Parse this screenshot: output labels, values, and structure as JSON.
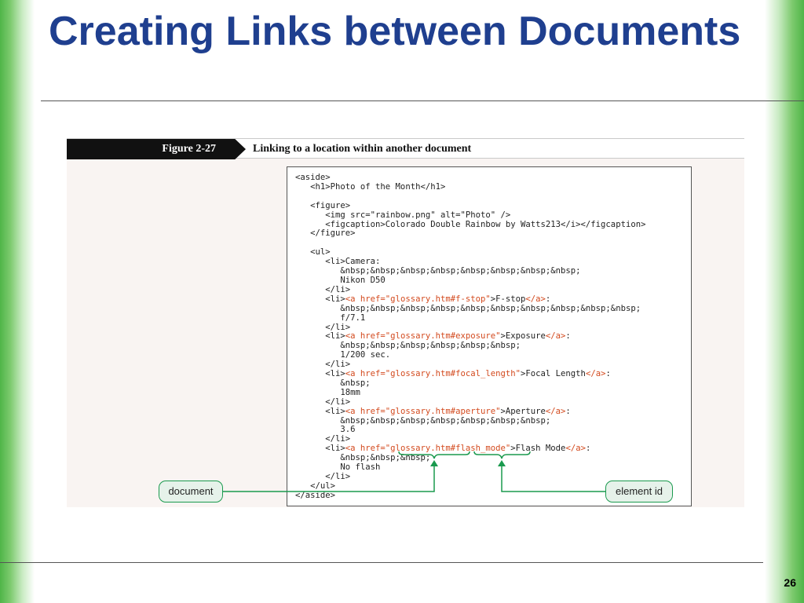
{
  "slide": {
    "title": "Creating Links between Documents",
    "page_number": "26"
  },
  "figure": {
    "label": "Figure 2-27",
    "caption": "Linking to a location within another document",
    "callouts": {
      "document": "document",
      "element_id": "element id"
    },
    "code_lines": [
      {
        "segments": [
          {
            "t": "<aside>"
          }
        ]
      },
      {
        "segments": [
          {
            "t": "   <h1>Photo of the Month</h1>"
          }
        ]
      },
      {
        "segments": [
          {
            "t": ""
          }
        ]
      },
      {
        "segments": [
          {
            "t": "   <figure>"
          }
        ]
      },
      {
        "segments": [
          {
            "t": "      <img src=\"rainbow.png\" alt=\"Photo\" />"
          }
        ]
      },
      {
        "segments": [
          {
            "t": "      <figcaption>Colorado Double Rainbow by Watts213</i></figcaption>"
          }
        ]
      },
      {
        "segments": [
          {
            "t": "   </figure>"
          }
        ]
      },
      {
        "segments": [
          {
            "t": ""
          }
        ]
      },
      {
        "segments": [
          {
            "t": "   <ul>"
          }
        ]
      },
      {
        "segments": [
          {
            "t": "      <li>Camera:"
          }
        ]
      },
      {
        "segments": [
          {
            "t": "         &nbsp;&nbsp;&nbsp;&nbsp;&nbsp;&nbsp;&nbsp;&nbsp;"
          }
        ]
      },
      {
        "segments": [
          {
            "t": "         Nikon D50"
          }
        ]
      },
      {
        "segments": [
          {
            "t": "      </li>"
          }
        ]
      },
      {
        "segments": [
          {
            "t": "      <li>"
          },
          {
            "t": "<a href=\"glossary.htm#f-stop\"",
            "hl": true
          },
          {
            "t": ">F-stop"
          },
          {
            "t": "</a>",
            "hl": true
          },
          {
            "t": ":"
          }
        ]
      },
      {
        "segments": [
          {
            "t": "         &nbsp;&nbsp;&nbsp;&nbsp;&nbsp;&nbsp;&nbsp;&nbsp;&nbsp;&nbsp;"
          }
        ]
      },
      {
        "segments": [
          {
            "t": "         f/7.1"
          }
        ]
      },
      {
        "segments": [
          {
            "t": "      </li>"
          }
        ]
      },
      {
        "segments": [
          {
            "t": "      <li>"
          },
          {
            "t": "<a href=\"glossary.htm#exposure\"",
            "hl": true
          },
          {
            "t": ">Exposure"
          },
          {
            "t": "</a>",
            "hl": true
          },
          {
            "t": ":"
          }
        ]
      },
      {
        "segments": [
          {
            "t": "         &nbsp;&nbsp;&nbsp;&nbsp;&nbsp;&nbsp;"
          }
        ]
      },
      {
        "segments": [
          {
            "t": "         1/200 sec."
          }
        ]
      },
      {
        "segments": [
          {
            "t": "      </li>"
          }
        ]
      },
      {
        "segments": [
          {
            "t": "      <li>"
          },
          {
            "t": "<a href=\"glossary.htm#focal_length\"",
            "hl": true
          },
          {
            "t": ">Focal Length"
          },
          {
            "t": "</a>",
            "hl": true
          },
          {
            "t": ":"
          }
        ]
      },
      {
        "segments": [
          {
            "t": "         &nbsp;"
          }
        ]
      },
      {
        "segments": [
          {
            "t": "         18mm"
          }
        ]
      },
      {
        "segments": [
          {
            "t": "      </li>"
          }
        ]
      },
      {
        "segments": [
          {
            "t": "      <li>"
          },
          {
            "t": "<a href=\"glossary.htm#aperture\"",
            "hl": true
          },
          {
            "t": ">Aperture"
          },
          {
            "t": "</a>",
            "hl": true
          },
          {
            "t": ":"
          }
        ]
      },
      {
        "segments": [
          {
            "t": "         &nbsp;&nbsp;&nbsp;&nbsp;&nbsp;&nbsp;&nbsp;"
          }
        ]
      },
      {
        "segments": [
          {
            "t": "         3.6"
          }
        ]
      },
      {
        "segments": [
          {
            "t": "      </li>"
          }
        ]
      },
      {
        "segments": [
          {
            "t": "      <li>"
          },
          {
            "t": "<a href=\"glossary.htm#flash_mode\"",
            "hl": true
          },
          {
            "t": ">Flash Mode"
          },
          {
            "t": "</a>",
            "hl": true
          },
          {
            "t": ":"
          }
        ]
      },
      {
        "segments": [
          {
            "t": "         &nbsp;&nbsp;&nbsp;"
          }
        ]
      },
      {
        "segments": [
          {
            "t": "         No flash"
          }
        ]
      },
      {
        "segments": [
          {
            "t": "      </li>"
          }
        ]
      },
      {
        "segments": [
          {
            "t": "   </ul>"
          }
        ]
      },
      {
        "segments": [
          {
            "t": "</aside>"
          }
        ]
      }
    ]
  },
  "colors": {
    "title": "#1f3f8f",
    "accent_green": "#4fb548",
    "code_highlight": "#d34a1e",
    "callout_border": "#1a9a4e"
  }
}
